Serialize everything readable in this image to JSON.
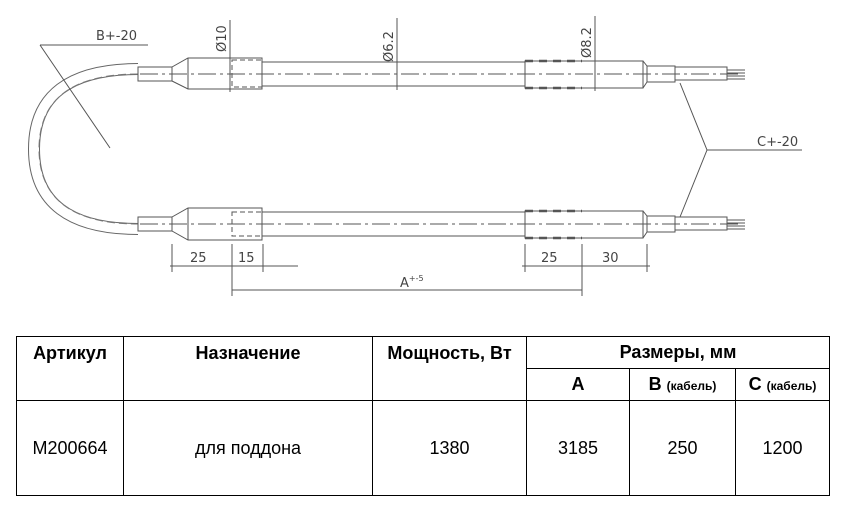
{
  "drawing": {
    "dim_b": "B+-20",
    "dim_c": "C+-20",
    "dia_10": "Ø10",
    "dia_6_2": "Ø6.2",
    "dia_8_2": "Ø8.2",
    "len_25_left": "25",
    "len_15": "15",
    "len_25_right": "25",
    "len_30": "30",
    "dim_a": "A",
    "dim_a_tol": "+-5"
  },
  "table": {
    "headers": {
      "article": "Артикул",
      "purpose": "Назначение",
      "power": "Мощность, Вт",
      "sizes": "Размеры, мм",
      "a": "A",
      "b": "B",
      "b_note": "(кабель)",
      "c": "C",
      "c_note": "(кабель)"
    },
    "rows": [
      {
        "article": "M200664",
        "purpose": "для поддона",
        "power": "1380",
        "a": "3185",
        "b": "250",
        "c": "1200"
      }
    ]
  }
}
